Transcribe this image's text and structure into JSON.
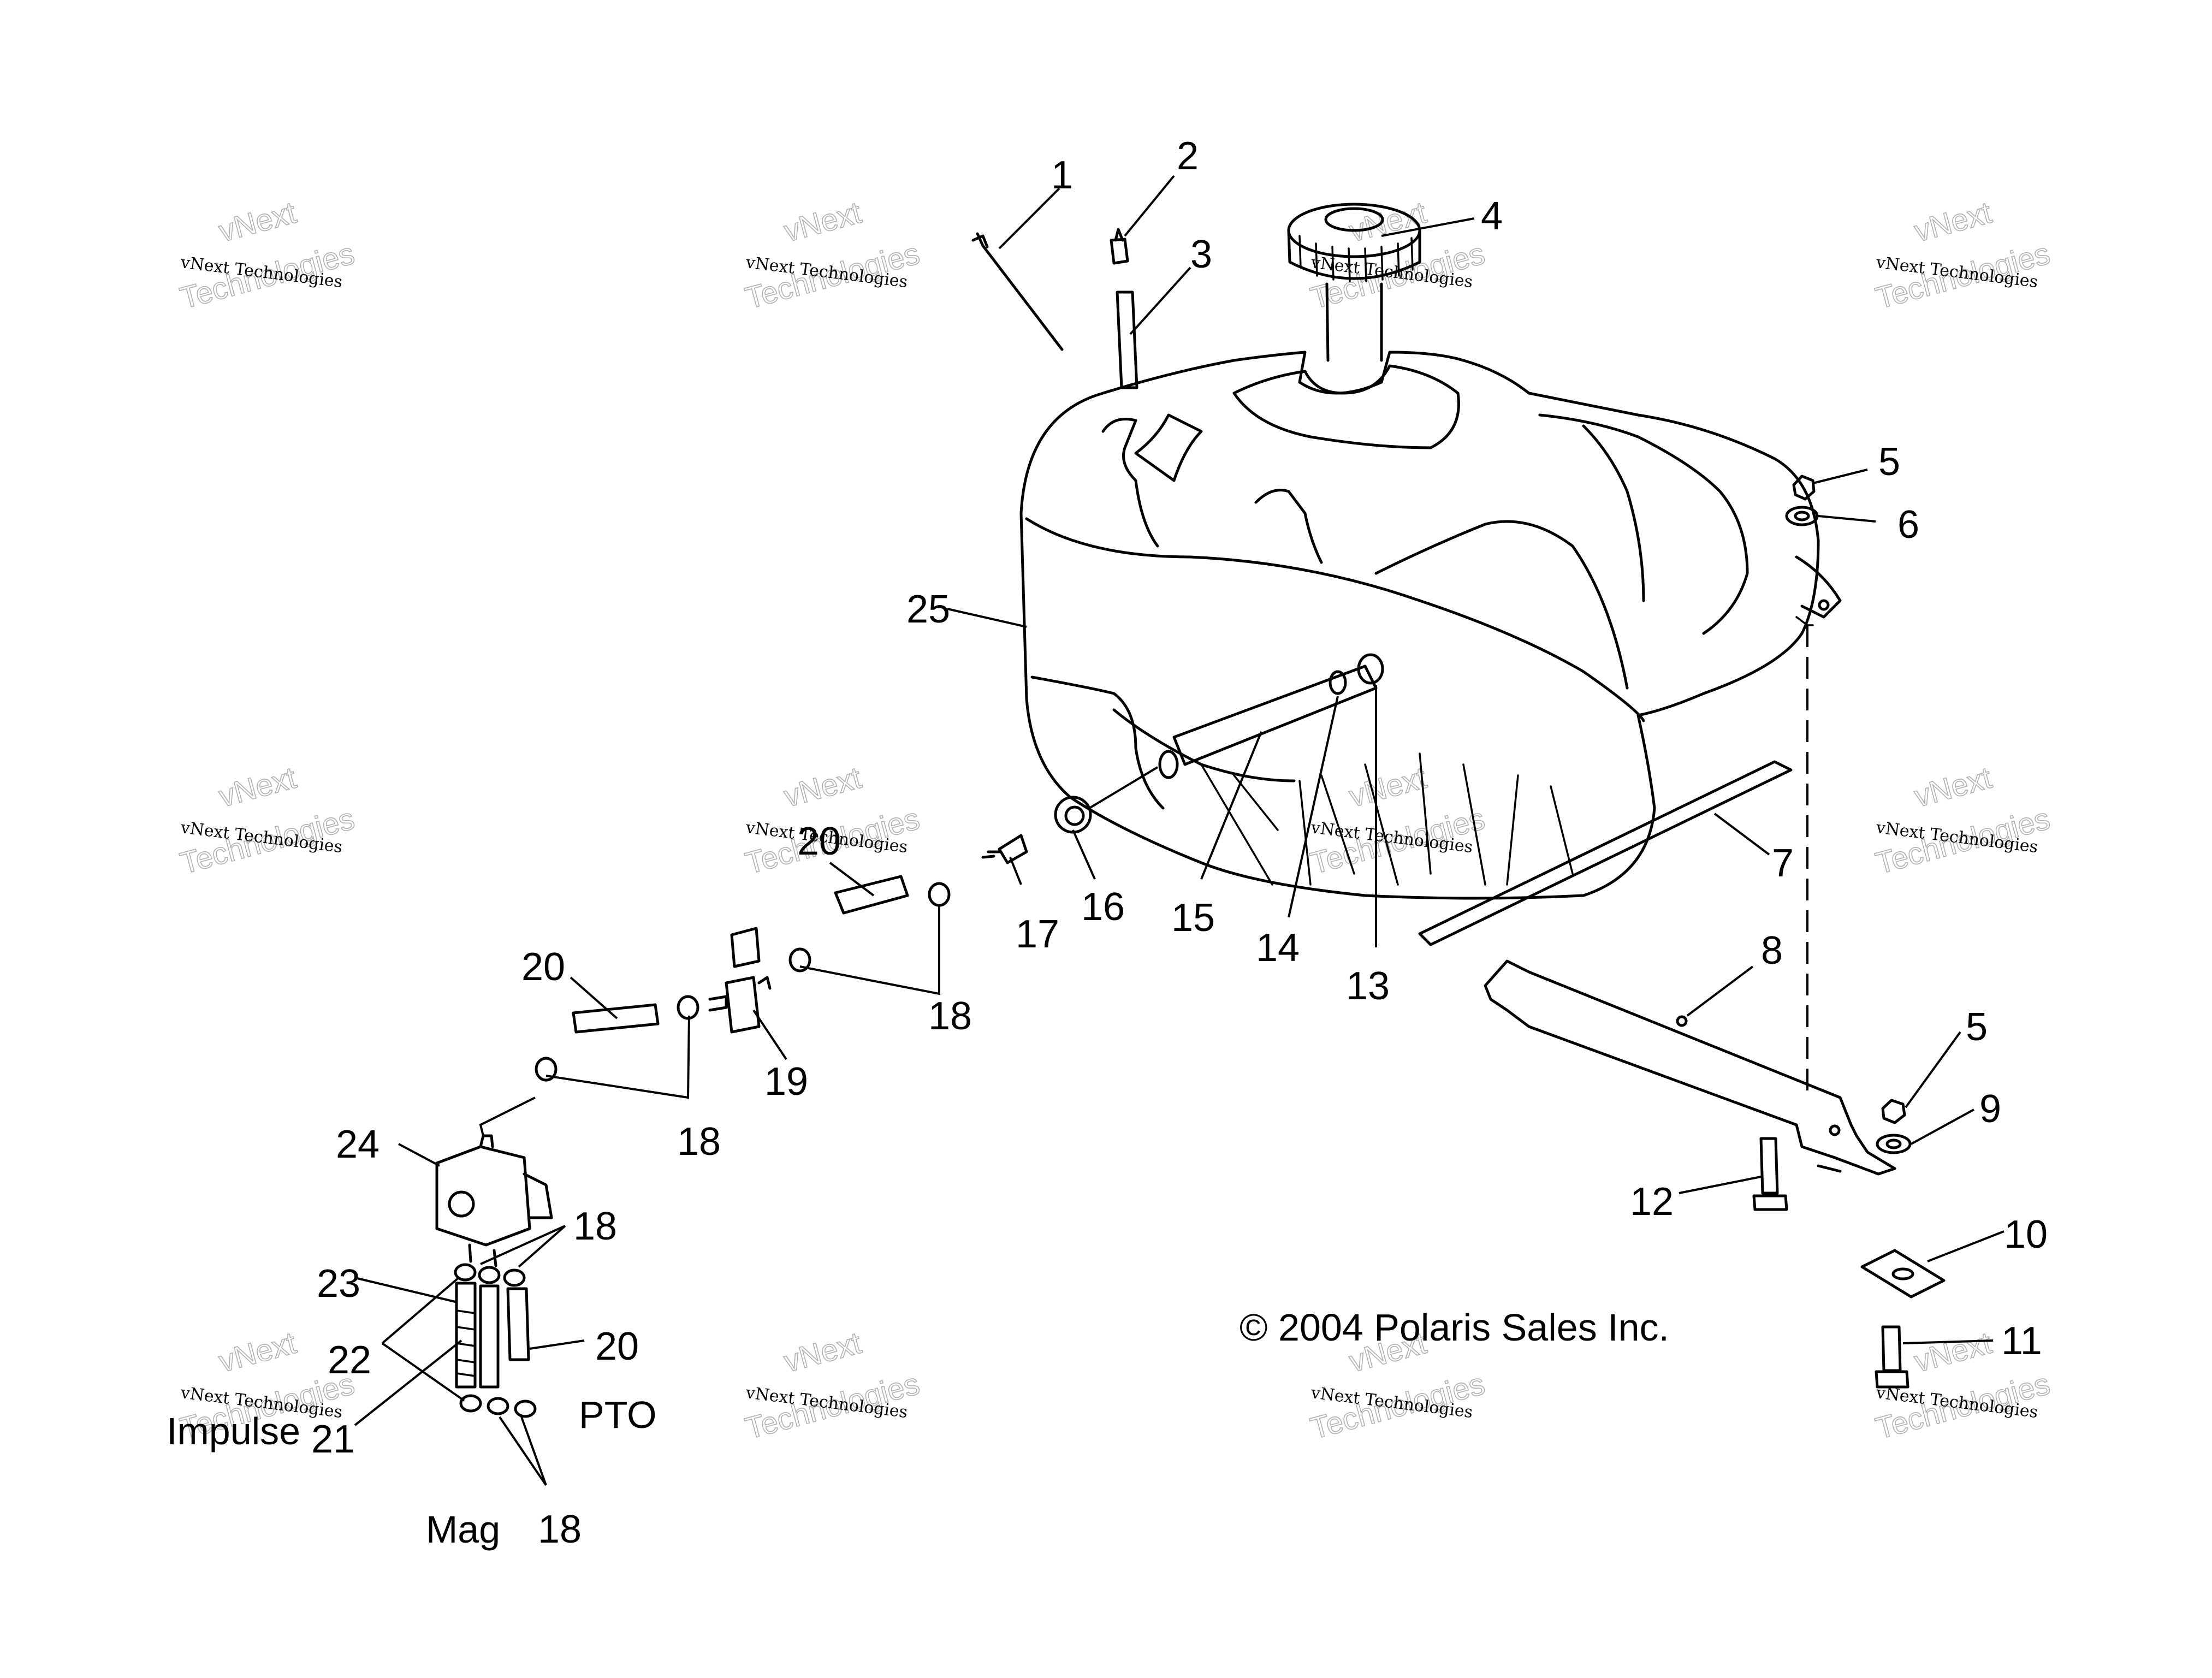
{
  "callouts": {
    "c1": "1",
    "c2": "2",
    "c3": "3",
    "c4": "4",
    "c5a": "5",
    "c6": "6",
    "c7": "7",
    "c8": "8",
    "c5b": "5",
    "c9": "9",
    "c10": "10",
    "c11": "11",
    "c12": "12",
    "c13": "13",
    "c14": "14",
    "c15": "15",
    "c16": "16",
    "c17": "17",
    "c18a": "18",
    "c19": "19",
    "c20a": "20",
    "c20b": "20",
    "c18b": "18",
    "c24": "24",
    "c18c": "18",
    "c23": "23",
    "c22": "22",
    "c21": "21",
    "c20c": "20",
    "c18d": "18",
    "c25": "25"
  },
  "labels": {
    "impulse": "Impulse",
    "pto": "PTO",
    "mag": "Mag",
    "copyright": "© 2004 Polaris Sales Inc."
  },
  "watermark": {
    "line1": "vNext",
    "line2": "vNext Technologies",
    "line3": "Technologies"
  }
}
